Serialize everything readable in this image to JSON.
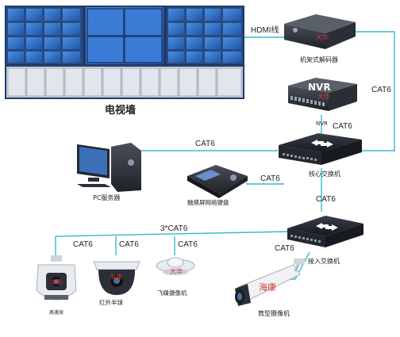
{
  "labels": {
    "video_wall": "电视墙",
    "rack_decoder": "机架式解码器",
    "nvr_device": "NVR",
    "nvr_label": "NVR",
    "core_switch": "核心交换机",
    "pc_server": "PC服务器",
    "keyboard": "触摸屏网络键盘",
    "access_switch": "接入交换机",
    "speed_dome": "高速球",
    "ir_dome": "红外半球",
    "ufo_camera": "飞碟摄像机",
    "bullet_camera": "筒型摄像机",
    "decoder_brand": "大华",
    "nvr_brand": "大华",
    "ufo_brand": "大华",
    "dome_brand": "海康",
    "bullet_brand": "海康"
  },
  "links": {
    "hdmi": "HDMI线",
    "decoder_switch": "CAT6",
    "nvr_switch": "CAT6",
    "pc_switch": "CAT6",
    "keyboard_switch": "CAT6",
    "core_access": "CAT6",
    "trunk": "3*CAT6",
    "speed_dome": "CAT6",
    "ir_dome": "CAT6",
    "ufo": "CAT6",
    "bullet": "CAT6"
  },
  "colors": {
    "cable": "#36b8d0",
    "wall_frame": "#1f3a6b",
    "wall_screen": "#2e6cc4",
    "device_dark": "#2b2f36",
    "brand_red": "#d43a2a"
  }
}
